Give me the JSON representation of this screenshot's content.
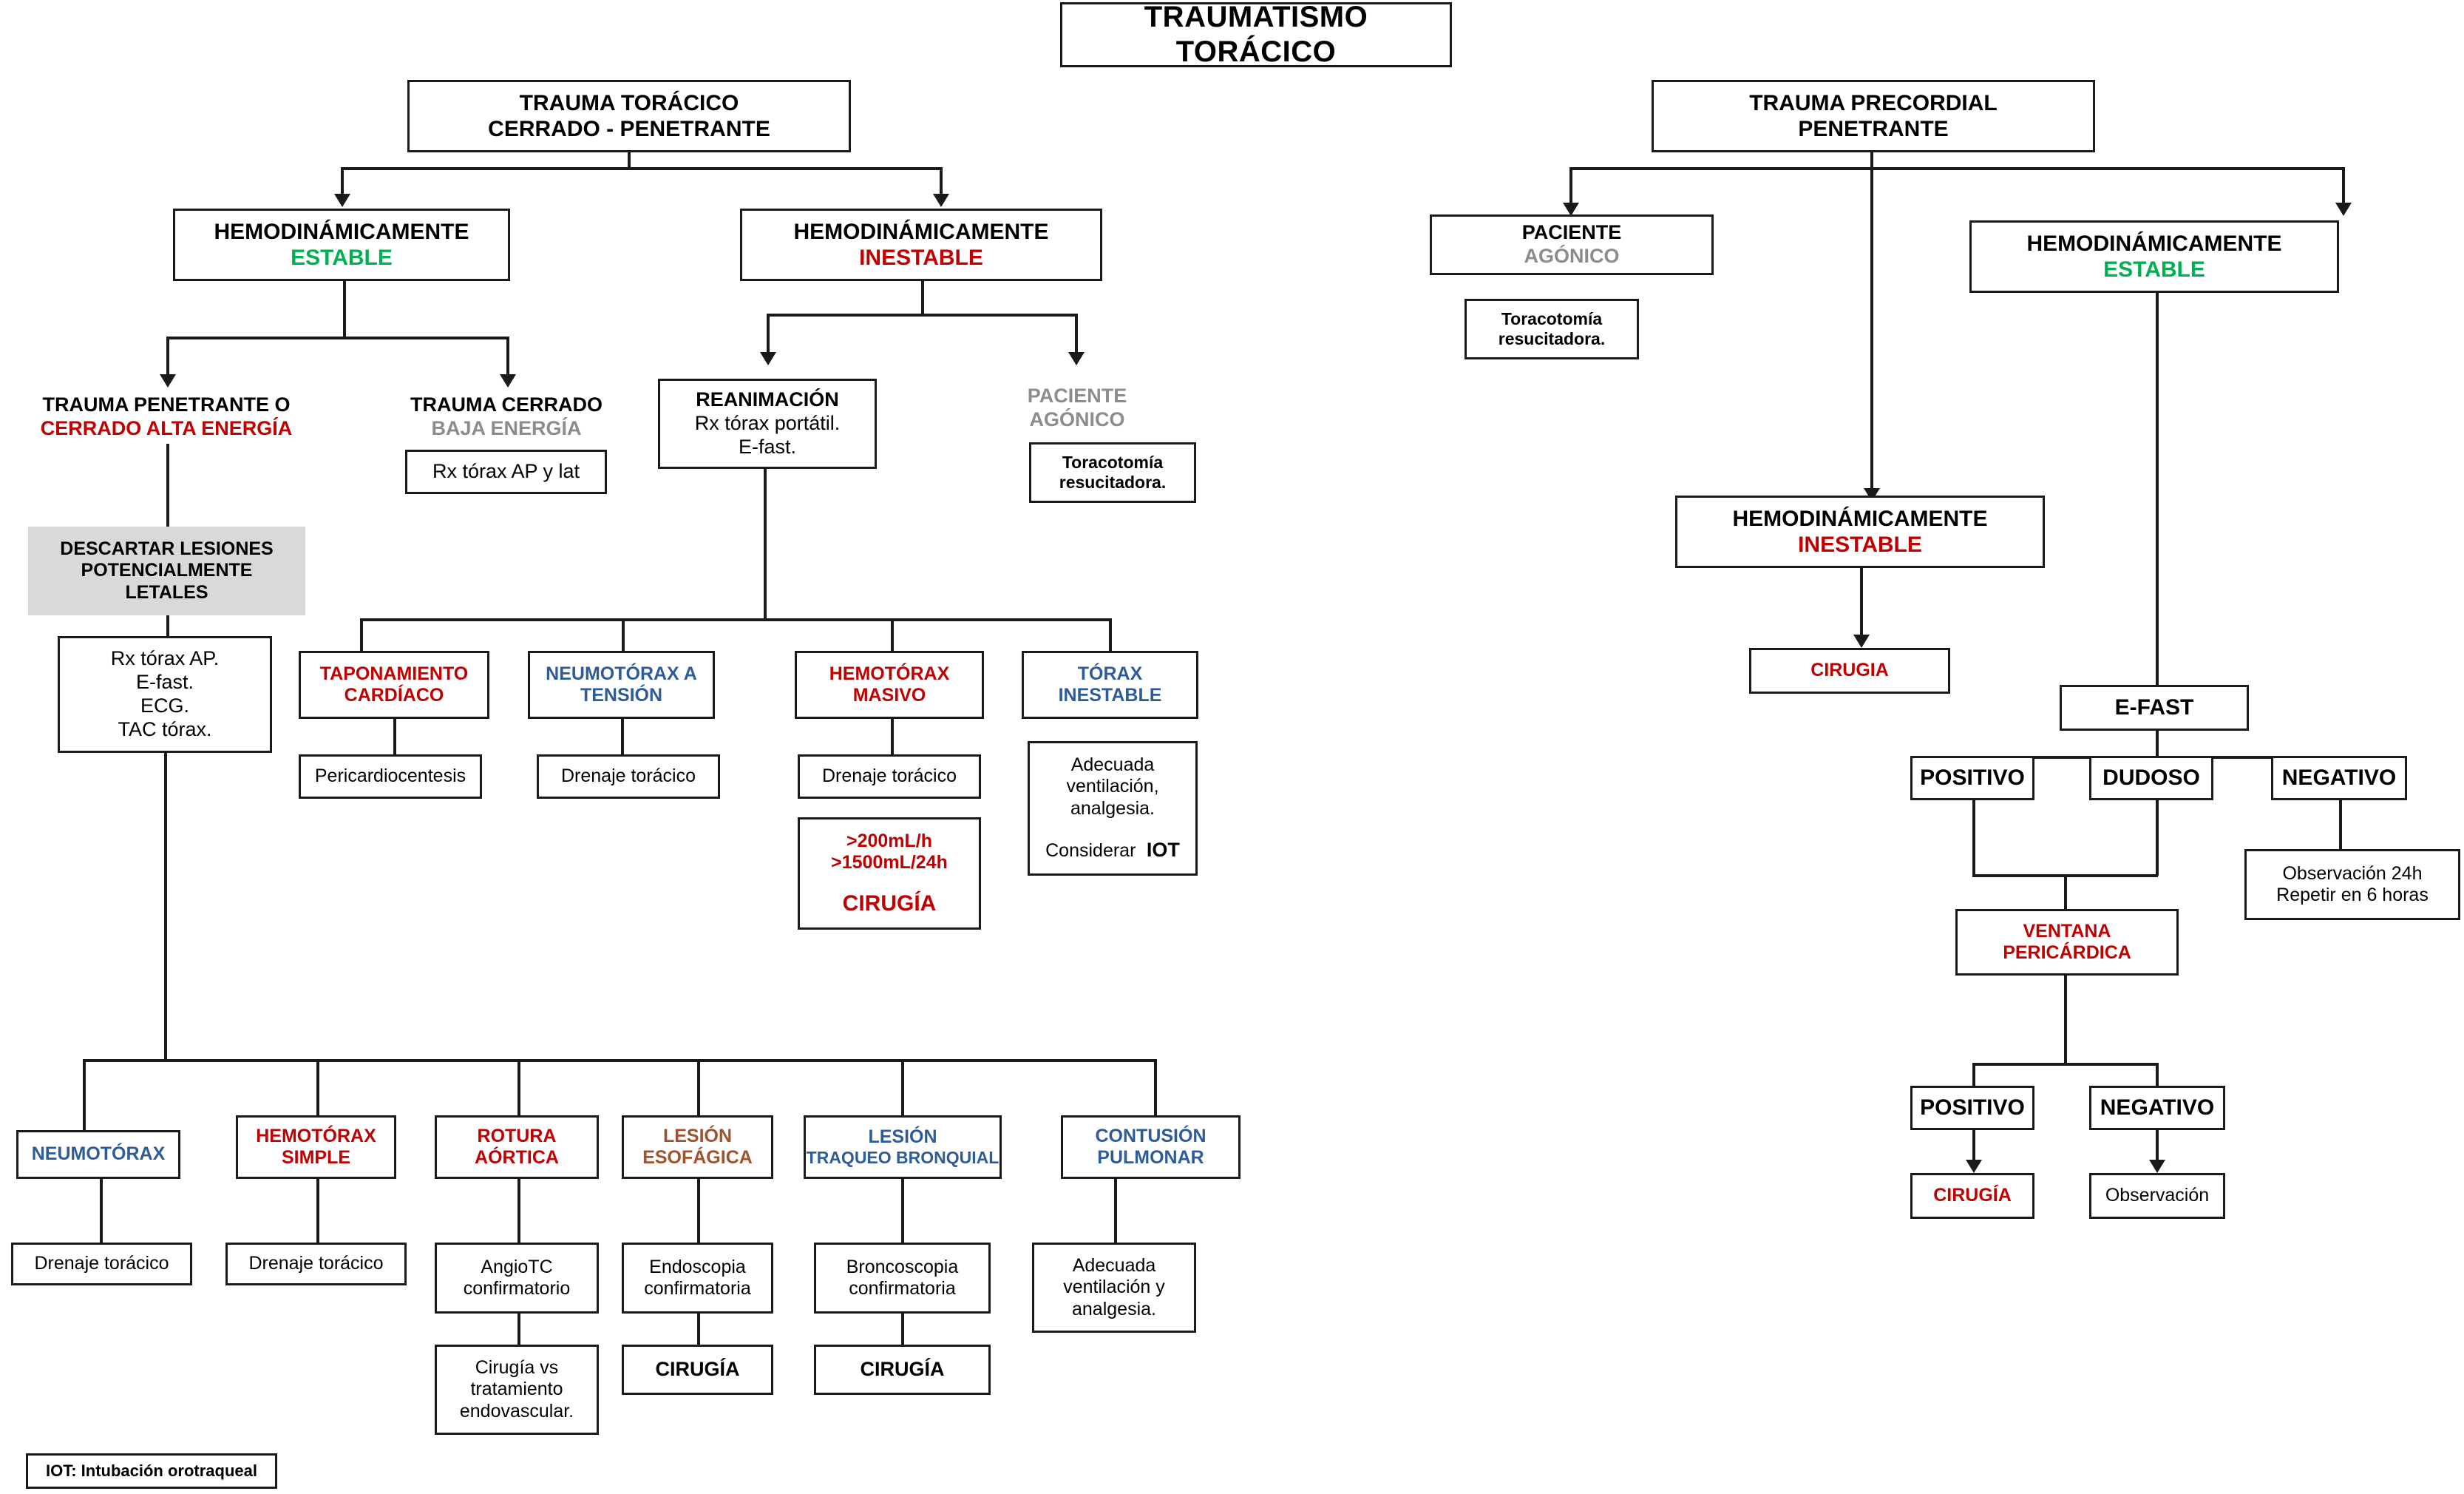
{
  "title": {
    "line1": "TRAUMATISMO",
    "line2": "TORÁCICO"
  },
  "left_tree": {
    "root": {
      "line1": "TRAUMA TORÁCICO",
      "line2": "CERRADO - PENETRANTE"
    },
    "stable": {
      "line1": "HEMODINÁMICAMENTE",
      "line2": "ESTABLE"
    },
    "unstable": {
      "line1": "HEMODINÁMICAMENTE",
      "line2": "INESTABLE"
    },
    "penetrante": {
      "line1": "TRAUMA PENETRANTE O",
      "line2": "CERRADO ALTA ENERGÍA"
    },
    "cerrado": {
      "line1": "TRAUMA CERRADO",
      "line2": "BAJA ENERGÍA"
    },
    "rx_ap_lat": "Rx tórax AP y lat",
    "descartar": {
      "line1": "DESCARTAR LESIONES",
      "line2": "POTENCIALMENTE",
      "line3": "LETALES"
    },
    "workup": {
      "line1": "Rx tórax AP.",
      "line2": "E-fast.",
      "line3": "ECG.",
      "line4": "TAC tórax."
    },
    "reanimacion": {
      "line1": "REANIMACIÓN",
      "line2": "Rx tórax portátil.",
      "line3": "E-fast."
    },
    "agonico": {
      "line1": "PACIENTE",
      "line2": "AGÓNICO"
    },
    "toracotomia": {
      "line1": "Toracotomía",
      "line2": "resucitadora."
    }
  },
  "lethal_row": [
    {
      "title1": "TAPONAMIENTO",
      "title2": "CARDÍACO",
      "color": "red",
      "action": "Pericardiocentesis"
    },
    {
      "title1": "NEUMOTÓRAX A",
      "title2": "TENSIÓN",
      "color": "blue",
      "action": "Drenaje torácico"
    },
    {
      "title1": "HEMOTÓRAX",
      "title2": "MASIVO",
      "color": "red",
      "action": "Drenaje torácico",
      "criteria1": ">200mL/h",
      "criteria2": ">1500mL/24h",
      "criteria3": "CIRUGÍA"
    },
    {
      "title1": "TÓRAX",
      "title2": "INESTABLE",
      "color": "blue",
      "action1": "Adecuada",
      "action2": "ventilación,",
      "action3": "analgesia.",
      "action4": "Considerar",
      "action5": "IOT"
    }
  ],
  "occult_row": [
    {
      "title1": "NEUMOTÓRAX",
      "title2": "",
      "color": "blue",
      "step1": "Drenaje torácico"
    },
    {
      "title1": "HEMOTÓRAX",
      "title2": "SIMPLE",
      "color": "red",
      "step1": "Drenaje torácico"
    },
    {
      "title1": "ROTURA",
      "title2": "AÓRTICA",
      "color": "red",
      "step1a": "AngioTC",
      "step1b": "confirmatorio",
      "step2a": "Cirugía vs",
      "step2b": "tratamiento",
      "step2c": "endovascular."
    },
    {
      "title1": "LESIÓN",
      "title2": "ESOFÁGICA",
      "color": "brown",
      "step1a": "Endoscopia",
      "step1b": "confirmatoria",
      "step2a": "CIRUGÍA"
    },
    {
      "title1": "LESIÓN",
      "title2": "TRAQUEO BRONQUIAL",
      "color": "blue",
      "step1a": "Broncoscopia",
      "step1b": "confirmatoria",
      "step2a": "CIRUGÍA"
    },
    {
      "title1": "CONTUSIÓN",
      "title2": "PULMONAR",
      "color": "blue",
      "step1a": "Adecuada",
      "step1b": "ventilación y",
      "step1c": "analgesia."
    }
  ],
  "right_tree": {
    "root": {
      "line1": "TRAUMA PRECORDIAL",
      "line2": "PENETRANTE"
    },
    "agonico": {
      "line1": "PACIENTE",
      "line2": "AGÓNICO"
    },
    "toracotomia": {
      "line1": "Toracotomía",
      "line2": "resucitadora."
    },
    "unstable": {
      "line1": "HEMODINÁMICAMENTE",
      "line2": "INESTABLE"
    },
    "cirugia_unstable": "CIRUGIA",
    "stable": {
      "line1": "HEMODINÁMICAMENTE",
      "line2": "ESTABLE"
    },
    "efast": "E-FAST",
    "efast_positivo": "POSITIVO",
    "efast_dudoso": "DUDOSO",
    "efast_negativo": "NEGATIVO",
    "observacion_24h": {
      "line1": "Observación 24h",
      "line2": "Repetir en 6 horas"
    },
    "ventana": {
      "line1": "VENTANA",
      "line2": "PERICÁRDICA"
    },
    "ventana_positivo": "POSITIVO",
    "ventana_negativo": "NEGATIVO",
    "cirugia": "CIRUGÍA",
    "observacion": "Observación"
  },
  "footer": {
    "legend": "IOT: Intubación orotraqueal"
  },
  "colors": {
    "red": "#C00000",
    "green": "#00B050",
    "blue": "#2E5C9A",
    "gray": "#8C8C8C",
    "brown": "#A0522D",
    "black": "#000000",
    "line": "#1A1A1A",
    "fill_gray": "#D9D9D9"
  }
}
